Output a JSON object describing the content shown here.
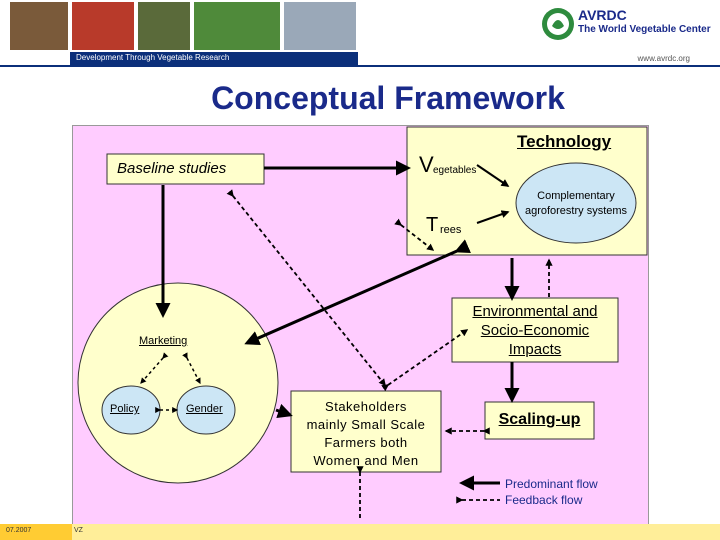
{
  "header": {
    "tagline": "Development Through Vegetable Research",
    "website": "www.avrdc.org",
    "logo_name": "AVRDC",
    "logo_subtitle": "The World Vegetable Center"
  },
  "title": "Conceptual Framework",
  "diagram": {
    "technology": "Technology",
    "vegetables_initial": "V",
    "vegetables_rest": "egetables",
    "trees_initial": "T",
    "trees_rest": "rees",
    "baseline": "Baseline studies",
    "complementary_1": "Complementary",
    "complementary_2": "agroforestry systems",
    "env_1": "Environmental and",
    "env_2": "Socio-Economic",
    "env_3": "Impacts",
    "marketing": "Marketing",
    "policy": "Policy",
    "gender": "Gender",
    "stake_1": "Stakeholders",
    "stake_2": "mainly Small Scale",
    "stake_3": "Farmers both",
    "stake_4": "Women and Men",
    "scaling": "Scaling-up",
    "legend_predominant": "Predominant flow",
    "legend_feedback": "Feedback flow"
  },
  "footer": {
    "date": "07.2007",
    "initials": "VZ"
  },
  "colors": {
    "panel": "#ffccff",
    "node_fill": "#ffffcc",
    "blue_ellipse": "#cce6f5",
    "title": "#1a2a8a",
    "header_bar": "#0b2f7a",
    "footer_date": "#ffcc33",
    "footer_bar": "#ffee99"
  }
}
